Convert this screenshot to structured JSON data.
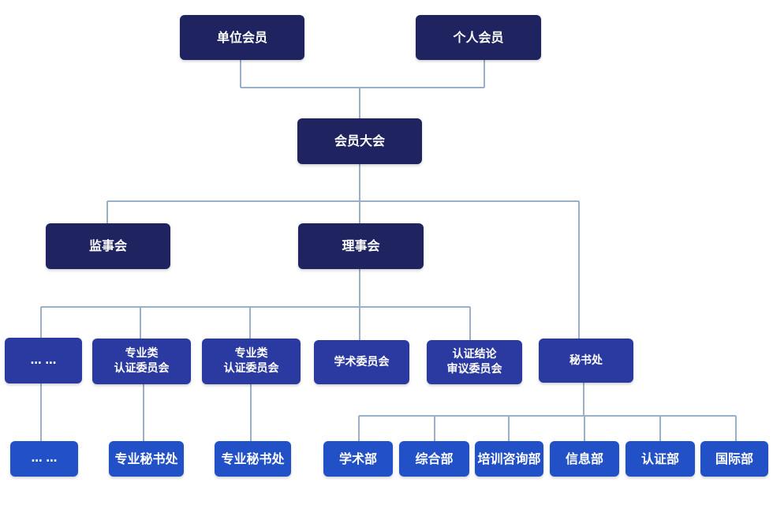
{
  "colors": {
    "line": "#9ab0c8",
    "top_level": "#1f2461",
    "committee": "#2b3aa0",
    "department": "#2150c7"
  },
  "nodes": {
    "unit_member": "单位会员",
    "individual_member": "个人会员",
    "general_assembly": "会员大会",
    "supervisory_board": "监事会",
    "council": "理事会",
    "ellipsis_committee": "… …",
    "cert_committee_1": "专业类\n认证委员会",
    "cert_committee_2": "专业类\n认证委员会",
    "academic_committee": "学术委员会",
    "review_committee": "认证结论\n审议委员会",
    "secretariat": "秘书处",
    "ellipsis_sub": "… …",
    "secretariat_1": "专业秘书处",
    "secretariat_2": "专业秘书处",
    "dept_academic": "学术部",
    "dept_general": "综合部",
    "dept_training": "培训咨询部",
    "dept_info": "信息部",
    "dept_cert": "认证部",
    "dept_intl": "国际部"
  }
}
